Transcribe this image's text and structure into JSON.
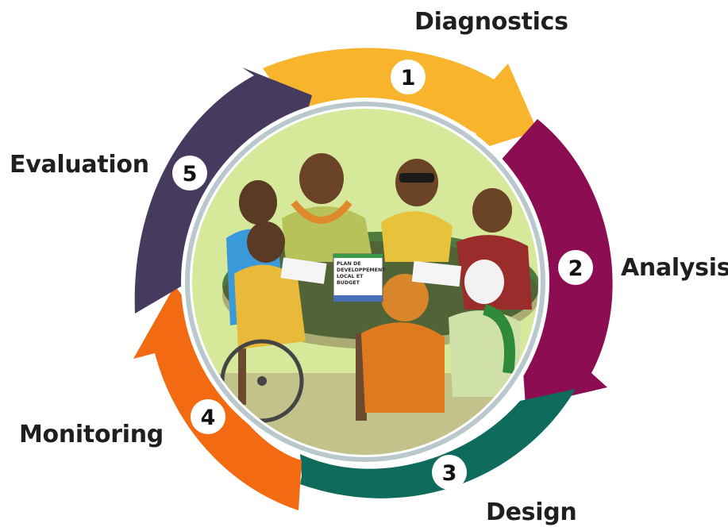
{
  "stages": [
    {
      "number": "1",
      "label": "Diagnostics",
      "color": "#f7b42c"
    },
    {
      "number": "2",
      "label": "Analysis",
      "color": "#8d0d52"
    },
    {
      "number": "3",
      "label": "Design",
      "color": "#0f6b5c"
    },
    {
      "number": "4",
      "label": "Monitoring",
      "color": "#f26a12"
    },
    {
      "number": "5",
      "label": "Evaluation",
      "color": "#463b5e"
    }
  ],
  "illustration": {
    "document_lines": [
      "PLAN DE",
      "DEVELOPPEMENT",
      "LOCAL ET",
      "BUDGET"
    ]
  }
}
